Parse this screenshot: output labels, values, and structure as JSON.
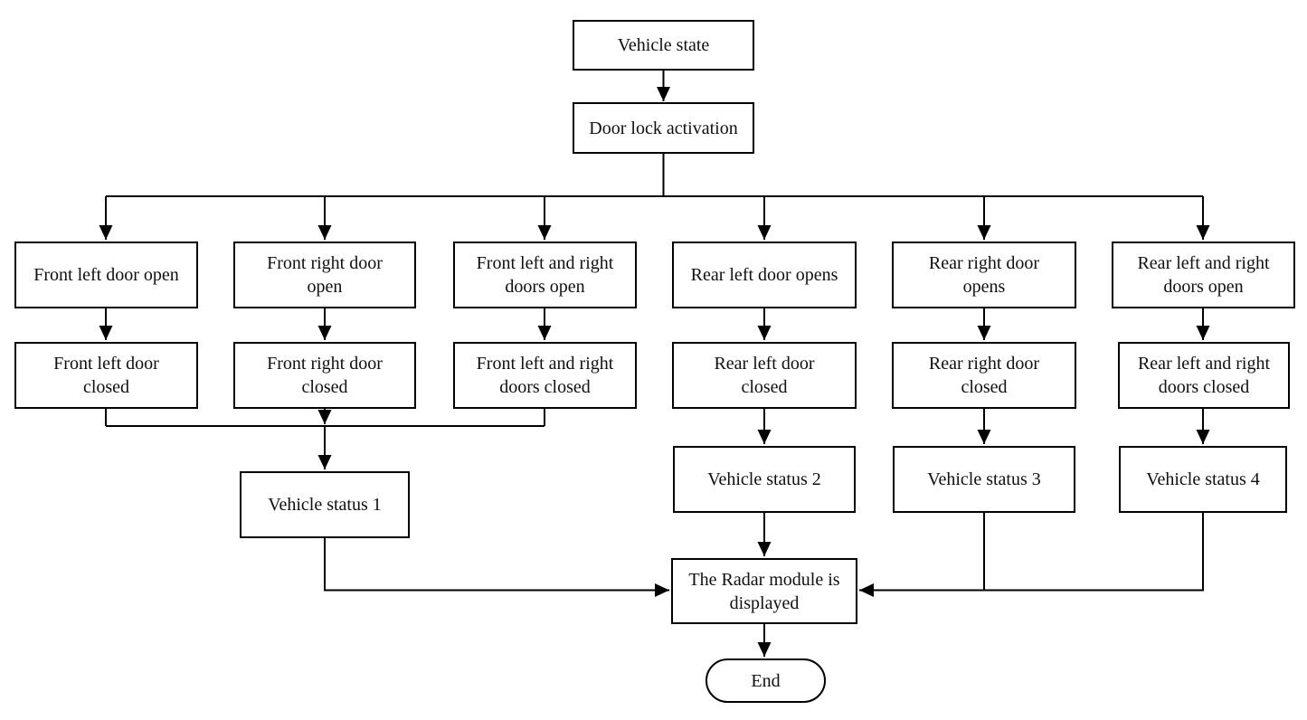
{
  "diagram": {
    "background_color": "#ffffff",
    "line_color": "#000000",
    "text_color": "#101014",
    "nodes": {
      "vehicle_state": {
        "shape": "rect",
        "lines": [
          "Vehicle state"
        ]
      },
      "door_lock": {
        "shape": "rect",
        "lines": [
          "Door lock activation"
        ]
      },
      "fl_open": {
        "shape": "rect",
        "lines": [
          "Front left door open"
        ]
      },
      "fr_open": {
        "shape": "rect",
        "lines": [
          "Front right door",
          "open"
        ]
      },
      "fb_open": {
        "shape": "rect",
        "lines": [
          "Front left and right",
          "doors open"
        ]
      },
      "rl_open": {
        "shape": "rect",
        "lines": [
          "Rear left door opens"
        ]
      },
      "rr_open": {
        "shape": "rect",
        "lines": [
          "Rear right door",
          "opens"
        ]
      },
      "rb_open": {
        "shape": "rect",
        "lines": [
          "Rear left and right",
          "doors open"
        ]
      },
      "fl_closed": {
        "shape": "rect",
        "lines": [
          "Front left door",
          "closed"
        ]
      },
      "fr_closed": {
        "shape": "rect",
        "lines": [
          "Front right door",
          "closed"
        ]
      },
      "fb_closed": {
        "shape": "rect",
        "lines": [
          "Front left and right",
          "doors closed"
        ]
      },
      "rl_closed": {
        "shape": "rect",
        "lines": [
          "Rear left door",
          "closed"
        ]
      },
      "rr_closed": {
        "shape": "rect",
        "lines": [
          "Rear right door",
          "closed"
        ]
      },
      "rb_closed": {
        "shape": "rect",
        "lines": [
          "Rear left and right",
          "doors closed"
        ]
      },
      "status_1": {
        "shape": "rect",
        "lines": [
          "Vehicle status 1"
        ]
      },
      "status_2": {
        "shape": "rect",
        "lines": [
          "Vehicle status 2"
        ]
      },
      "status_3": {
        "shape": "rect",
        "lines": [
          "Vehicle status 3"
        ]
      },
      "status_4": {
        "shape": "rect",
        "lines": [
          "Vehicle status 4"
        ]
      },
      "radar": {
        "shape": "rect",
        "lines": [
          "The Radar module is",
          "displayed"
        ]
      },
      "end": {
        "shape": "stadium",
        "lines": [
          "End"
        ]
      }
    },
    "edges": [
      {
        "from": "vehicle_state",
        "to": "door_lock",
        "arrow": true
      },
      {
        "from": "door_lock",
        "to": "fl_open",
        "arrow": true
      },
      {
        "from": "door_lock",
        "to": "fr_open",
        "arrow": true
      },
      {
        "from": "door_lock",
        "to": "fb_open",
        "arrow": true
      },
      {
        "from": "door_lock",
        "to": "rl_open",
        "arrow": true
      },
      {
        "from": "door_lock",
        "to": "rr_open",
        "arrow": true
      },
      {
        "from": "door_lock",
        "to": "rb_open",
        "arrow": true
      },
      {
        "from": "fl_open",
        "to": "fl_closed",
        "arrow": true
      },
      {
        "from": "fr_open",
        "to": "fr_closed",
        "arrow": true
      },
      {
        "from": "fb_open",
        "to": "fb_closed",
        "arrow": true
      },
      {
        "from": "rl_open",
        "to": "rl_closed",
        "arrow": true
      },
      {
        "from": "rr_open",
        "to": "rr_closed",
        "arrow": true
      },
      {
        "from": "rb_open",
        "to": "rb_closed",
        "arrow": true
      },
      {
        "from": "fl_closed",
        "to": "status_1",
        "arrow": true
      },
      {
        "from": "fr_closed",
        "to": "status_1",
        "arrow": true
      },
      {
        "from": "fb_closed",
        "to": "status_1",
        "arrow": true
      },
      {
        "from": "rl_closed",
        "to": "status_2",
        "arrow": true
      },
      {
        "from": "rr_closed",
        "to": "status_3",
        "arrow": true
      },
      {
        "from": "rb_closed",
        "to": "status_4",
        "arrow": true
      },
      {
        "from": "status_1",
        "to": "radar",
        "arrow": true
      },
      {
        "from": "status_2",
        "to": "radar",
        "arrow": true
      },
      {
        "from": "status_3",
        "to": "radar",
        "arrow": true
      },
      {
        "from": "status_4",
        "to": "radar",
        "arrow": true
      },
      {
        "from": "radar",
        "to": "end",
        "arrow": true
      }
    ]
  }
}
